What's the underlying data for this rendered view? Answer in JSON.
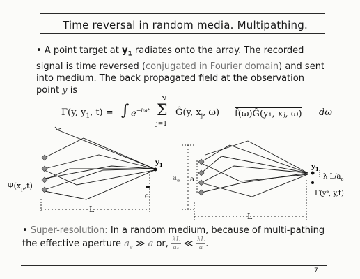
{
  "slide": {
    "title": "Time reversal in random media. Multipathing.",
    "page_number": "7"
  },
  "bullet1": {
    "marker": "•",
    "text_a": "A point target at ",
    "y1": "y",
    "y1_sub": "1",
    "text_b": " radiates onto the array. The recorded signal is time reversed (",
    "highlight": "conjugated in Fourier domain",
    "text_c": ") and sent into medium. The back propagated field at the observation point ",
    "y_symbol": "y",
    "text_d": " is"
  },
  "equation": {
    "lhs": "Γ(y, y",
    "lhs_sub": "1",
    "lhs_end": ", t) =",
    "integral": "∫",
    "exp": "e",
    "exp_power": "−iωt",
    "sum": "Σ",
    "sum_upper": "N",
    "sum_lower": "j=1",
    "term_g": "Ĝ(y, x",
    "term_g_sub": "j",
    "term_g_end": ", ω)",
    "overline_term": "f̂(ω)Ĝ(y₁, xⱼ, ω)",
    "dw": "dω"
  },
  "diagram_left": {
    "psi_label": "Ψ(x",
    "psi_sub": "p",
    "psi_end": ",t)",
    "target_label": "y",
    "target_sub": "1",
    "scatterer_label": "d",
    "length_label": "L"
  },
  "diagram_right": {
    "ae_label": "a",
    "ae_sub": "e",
    "a_label": "a",
    "target_label": "y",
    "target_sub": "1",
    "resolution_label": "λ L/a",
    "resolution_sub": "e",
    "gamma_label": "Γ(y",
    "gamma_sup": "s",
    "gamma_end": ", y,t)",
    "length_label": "L"
  },
  "bullet2": {
    "marker": "•",
    "term": "Super-resolution:",
    "text_a": " In a random medium, because of multi-pathing the effective aperture ",
    "ae": "a",
    "ae_sub": "e",
    "gg": " ≫ ",
    "a": "a",
    "or_text": " or, ",
    "frac1_num": "λL",
    "frac1_den": "aₑ",
    "ll": " ≪ ",
    "frac2_num": "λL",
    "frac2_den": "a",
    "end": "."
  },
  "colors": {
    "ink": "#161616",
    "highlight": "#6f6f6f",
    "diamond": "#8c8c8c"
  }
}
